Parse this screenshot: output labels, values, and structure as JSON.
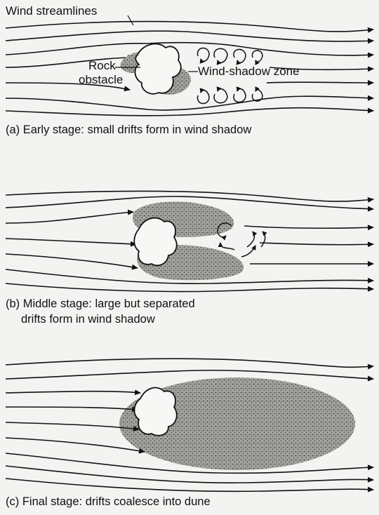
{
  "labels": {
    "wind_streamlines": "Wind streamlines",
    "rock_line1": "Rock",
    "rock_line2": "obstacle",
    "wind_shadow_zone": "Wind-shadow zone"
  },
  "captions": {
    "a": "(a) Early stage: small drifts form in wind shadow",
    "b_line1": "(b) Middle stage: large but separated",
    "b_line2": "drifts form in wind shadow",
    "c": "(c) Final stage: drifts coalesce into dune"
  },
  "colors": {
    "ink": "#111111",
    "paper": "#f3f3f1",
    "drift": "#9a9a97",
    "bleed_text": "#c9c9c6"
  }
}
